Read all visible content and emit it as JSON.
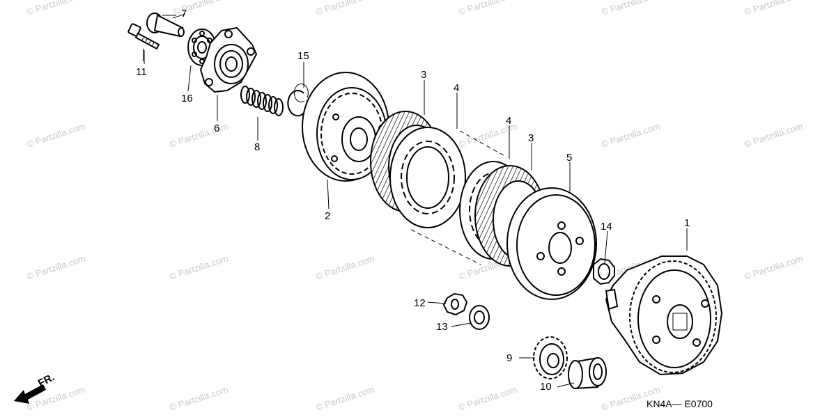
{
  "watermark": "© Partzilla.com",
  "diagram_code": "KN4A— E0700",
  "front_marker": "FR.",
  "callouts": {
    "c1": "1",
    "c2": "2",
    "c3a": "3",
    "c3b": "3",
    "c4a": "4",
    "c4b": "4",
    "c5": "5",
    "c6": "6",
    "c7": "7",
    "c8": "8",
    "c9": "9",
    "c10": "10",
    "c11": "11",
    "c12": "12",
    "c13": "13",
    "c14": "14",
    "c15": "15",
    "c16": "16"
  }
}
